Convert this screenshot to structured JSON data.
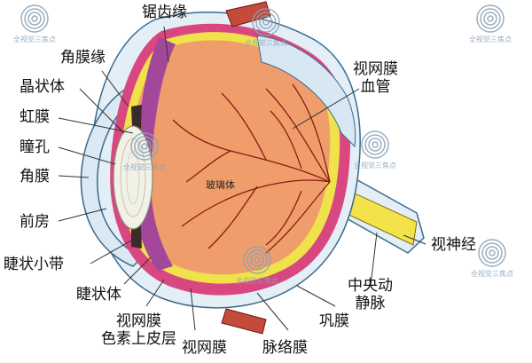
{
  "labels": {
    "serrated_margin": "锯齿缘",
    "corneal_margin": "角膜缘",
    "lens": "晶状体",
    "iris": "虹膜",
    "pupil": "瞳孔",
    "cornea": "角膜",
    "anterior_chamber": "前房",
    "ciliary_zonule": "睫状小带",
    "ciliary_body": "睫状体",
    "rpe_line1": "视网膜",
    "rpe_line2": "色素上皮层",
    "retina": "视网膜",
    "choroid": "脉络膜",
    "sclera": "巩膜",
    "central_vein_line1": "中央动",
    "central_vein_line2": "静脉",
    "optic_nerve": "视神经",
    "retinal_vessels_line1": "视网膜",
    "retinal_vessels_line2": "血管",
    "vitreous": "玻璃体"
  },
  "watermark": {
    "text": "全视觉三焦点",
    "icon": "concentric-circles-logo"
  },
  "colors": {
    "sclera": "#e3eef6",
    "choroid": "#d8477f",
    "retina": "#f0e24a",
    "vitreous": "#ef9e6b",
    "vessels": "#8b1a14",
    "ciliary": "#a3479a",
    "lens": "#f1f1e8",
    "muscle": "#c44a3b"
  }
}
